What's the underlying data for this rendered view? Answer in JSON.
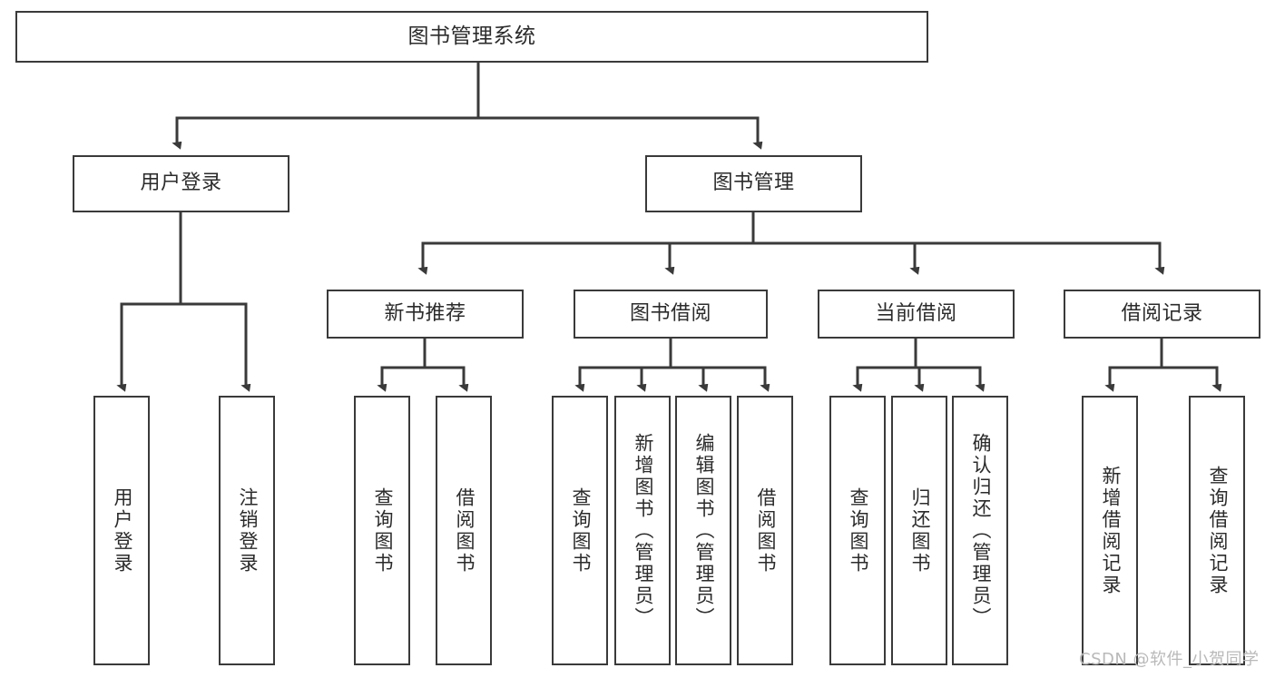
{
  "diagram": {
    "type": "tree-hierarchy-chart",
    "title": "图书管理系统",
    "line_color": "#3a3a3a",
    "box_fill": "#ffffff",
    "text_color": "#2b2b2b",
    "background": "#ffffff",
    "watermark": "CSDN @软件_小贺同学",
    "levels": [
      {
        "level": 1,
        "nodes": [
          {
            "id": "root",
            "label": "图书管理系统",
            "orientation": "horizontal"
          }
        ]
      },
      {
        "level": 2,
        "nodes": [
          {
            "id": "login",
            "label": "用户登录",
            "orientation": "horizontal",
            "parent": "root"
          },
          {
            "id": "bookmgmt",
            "label": "图书管理",
            "orientation": "horizontal",
            "parent": "root"
          }
        ]
      },
      {
        "level": 3,
        "nodes": [
          {
            "id": "newbook",
            "label": "新书推荐",
            "orientation": "horizontal",
            "parent": "bookmgmt"
          },
          {
            "id": "borrow",
            "label": "图书借阅",
            "orientation": "horizontal",
            "parent": "bookmgmt"
          },
          {
            "id": "current",
            "label": "当前借阅",
            "orientation": "horizontal",
            "parent": "bookmgmt"
          },
          {
            "id": "records",
            "label": "借阅记录",
            "orientation": "horizontal",
            "parent": "bookmgmt"
          }
        ]
      },
      {
        "level": 4,
        "nodes": [
          {
            "id": "leaf-1",
            "label": "用户登录",
            "orientation": "vertical",
            "parent": "login"
          },
          {
            "id": "leaf-2",
            "label": "注销登录",
            "orientation": "vertical",
            "parent": "login"
          },
          {
            "id": "leaf-3",
            "label": "查询图书",
            "orientation": "vertical",
            "parent": "newbook"
          },
          {
            "id": "leaf-4",
            "label": "借阅图书",
            "orientation": "vertical",
            "parent": "newbook"
          },
          {
            "id": "leaf-5",
            "label": "查询图书",
            "orientation": "vertical",
            "parent": "borrow"
          },
          {
            "id": "leaf-6",
            "label": "新增图书（管理员）",
            "orientation": "vertical",
            "parent": "borrow"
          },
          {
            "id": "leaf-7",
            "label": "编辑图书（管理员）",
            "orientation": "vertical",
            "parent": "borrow"
          },
          {
            "id": "leaf-8",
            "label": "借阅图书",
            "orientation": "vertical",
            "parent": "borrow"
          },
          {
            "id": "leaf-9",
            "label": "查询图书",
            "orientation": "vertical",
            "parent": "current"
          },
          {
            "id": "leaf-10",
            "label": "归还图书",
            "orientation": "vertical",
            "parent": "current"
          },
          {
            "id": "leaf-11",
            "label": "确认归还（管理员）",
            "orientation": "vertical",
            "parent": "current"
          },
          {
            "id": "leaf-12",
            "label": "新增借阅记录",
            "orientation": "vertical",
            "parent": "records"
          },
          {
            "id": "leaf-13",
            "label": "查询借阅记录",
            "orientation": "vertical",
            "parent": "records"
          }
        ]
      }
    ]
  }
}
